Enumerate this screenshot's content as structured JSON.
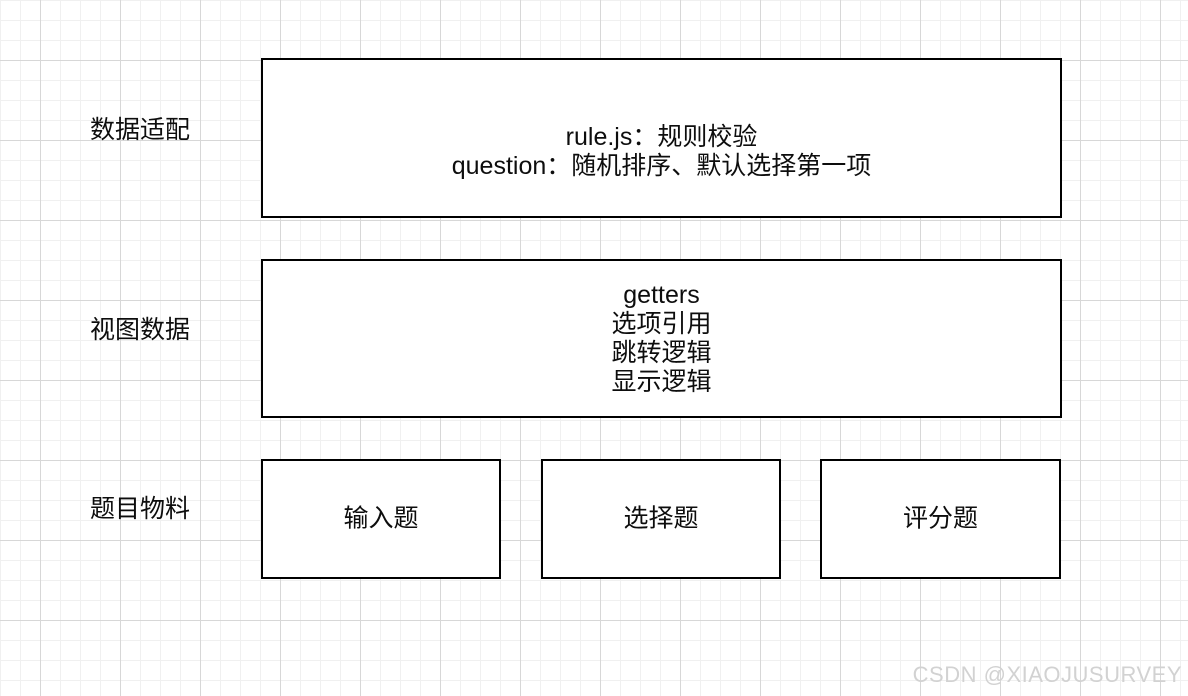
{
  "diagram": {
    "rows": [
      {
        "label": "数据适配"
      },
      {
        "label": "视图数据"
      },
      {
        "label": "题目物料"
      }
    ],
    "boxes": {
      "data_adapter": {
        "lines": [
          "rule.js：规则校验",
          "question：随机排序、默认选择第一项"
        ]
      },
      "view_data": {
        "lines": [
          "getters",
          "选项引用",
          "跳转逻辑",
          "显示逻辑"
        ]
      },
      "materials": [
        {
          "label": "输入题"
        },
        {
          "label": "选择题"
        },
        {
          "label": "评分题"
        }
      ]
    }
  },
  "watermark": {
    "text": "CSDN @XIAOJUSURVEY"
  },
  "colors": {
    "box_border": "#000000",
    "box_fill": "#ffffff",
    "text": "#0d0d0d",
    "grid_minor": "#f0f0f0",
    "grid_major": "#d7d7d7",
    "watermark": "#d2d2d2"
  }
}
